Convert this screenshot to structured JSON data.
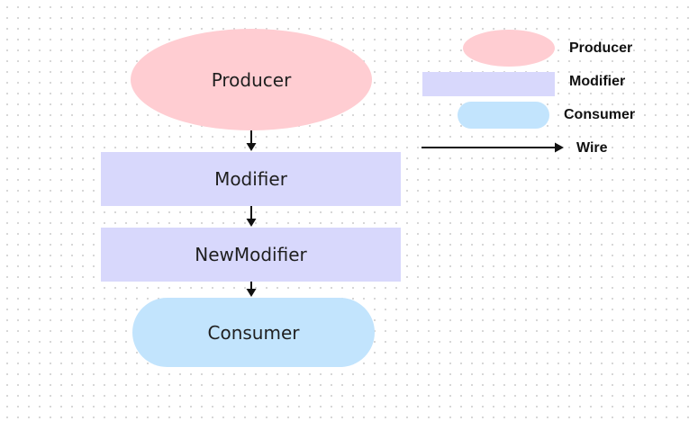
{
  "diagram": {
    "nodes": [
      {
        "id": "producer",
        "label": "Producer",
        "kind": "producer"
      },
      {
        "id": "modifier",
        "label": "Modifier",
        "kind": "modifier"
      },
      {
        "id": "newmodifier",
        "label": "NewModifier",
        "kind": "modifier"
      },
      {
        "id": "consumer",
        "label": "Consumer",
        "kind": "consumer"
      }
    ],
    "edges": [
      {
        "from": "producer",
        "to": "modifier"
      },
      {
        "from": "modifier",
        "to": "newmodifier"
      },
      {
        "from": "newmodifier",
        "to": "consumer"
      }
    ]
  },
  "legend": {
    "producer": "Producer",
    "modifier": "Modifier",
    "consumer": "Consumer",
    "wire": "Wire"
  },
  "colors": {
    "producer": "#ffcdd2",
    "modifier": "#d8d8fc",
    "consumer": "#c2e4fd",
    "wire": "#111111",
    "background": "#ffffff",
    "grid_dot": "#d4d4d4"
  }
}
